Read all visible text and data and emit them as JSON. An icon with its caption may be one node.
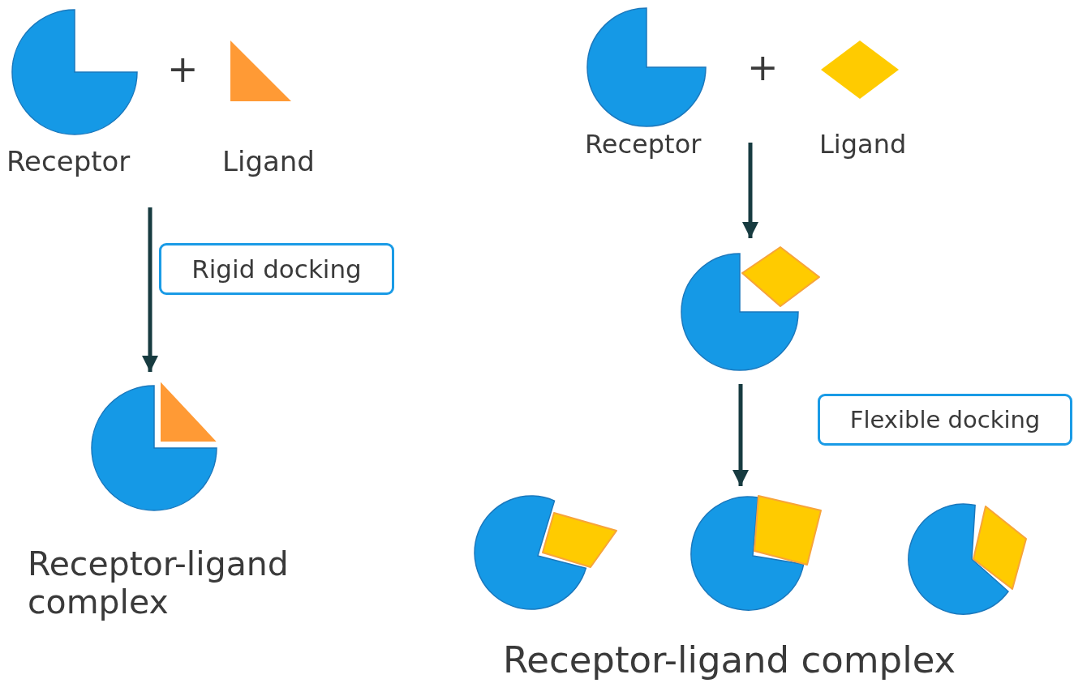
{
  "diagram": {
    "nodes": [
      {
        "text": [
          "Receptor"
        ]
      },
      {
        "text": [
          "Ligand"
        ]
      },
      {
        "text": [
          "Rigid docking"
        ]
      },
      {
        "text": [
          "Receptor-ligand complex"
        ]
      },
      {
        "text": [
          "Receptor"
        ]
      },
      {
        "text": [
          "Ligand"
        ]
      },
      {
        "text": [],
        "shape": "picture"
      },
      {
        "text": [
          "Flexible docking"
        ]
      },
      {
        "text": [],
        "shape": "picture"
      },
      {
        "text": [],
        "shape": "picture"
      },
      {
        "text": [],
        "shape": "picture"
      }
    ],
    "edges": [
      {
        "from": null,
        "to": 3,
        "arrow": "to"
      },
      {
        "from": null,
        "to": 6,
        "arrow": "to"
      },
      {
        "from": 6,
        "to": 9,
        "arrow": "to"
      }
    ],
    "labels": [
      "+",
      "+",
      "Receptor-ligand complex"
    ]
  }
}
